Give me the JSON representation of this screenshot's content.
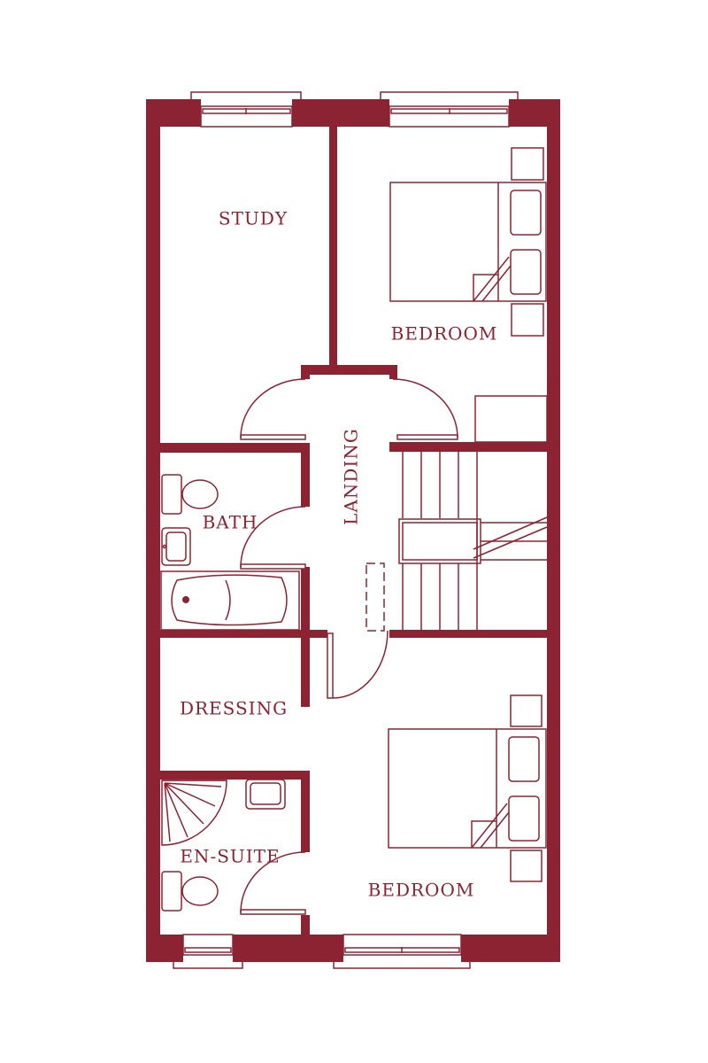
{
  "colors": {
    "wall": "#8B2332",
    "background": "#FFFFFF"
  },
  "rooms": {
    "study": "STUDY",
    "bedroom_1": "BEDROOM",
    "landing": "LANDING",
    "bath": "BATH",
    "dressing": "DRESSING",
    "en_suite": "EN-SUITE",
    "bedroom_2": "BEDROOM"
  }
}
